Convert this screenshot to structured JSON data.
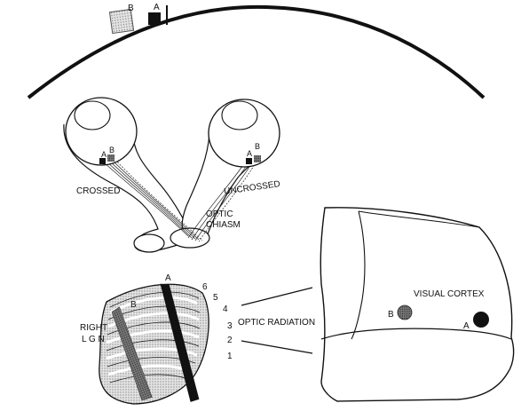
{
  "labels": {
    "point_a": "A",
    "point_b": "B",
    "crossed": "CROSSED",
    "uncrossed": "UNCROSSED",
    "optic": "OPTIC",
    "chiasm": "CHIASM",
    "right": "RIGHT",
    "lgn": "L G N",
    "optic_radiation": "OPTIC RADIATION",
    "visual_cortex": "VISUAL CORTEX",
    "layers": [
      "6",
      "5",
      "4",
      "3",
      "2",
      "1"
    ]
  },
  "colors": {
    "ink": "#111111",
    "stipple": "#bdbdbd",
    "lgn_fill": "#d9d9d9"
  }
}
